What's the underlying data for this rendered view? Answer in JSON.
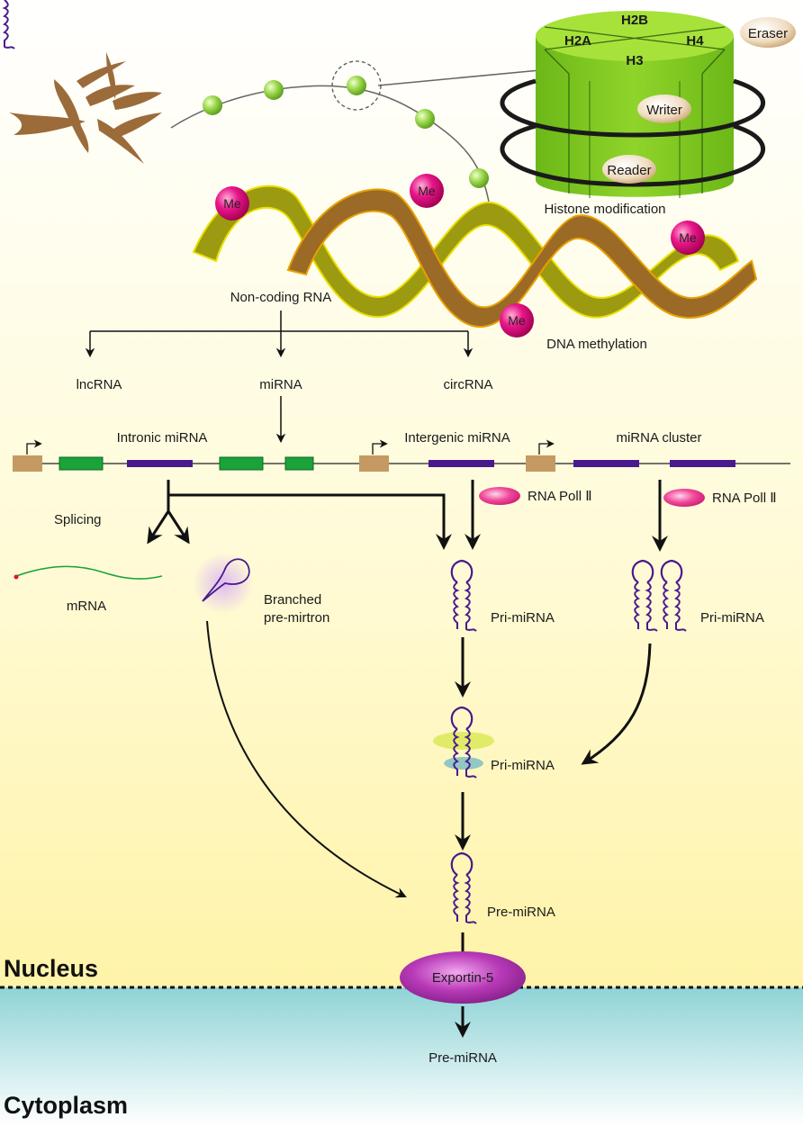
{
  "histone": {
    "subunits": [
      "H2B",
      "H2A",
      "H4",
      "H3"
    ],
    "writer": "Writer",
    "reader": "Reader",
    "eraser": "Eraser",
    "title": "Histone modification",
    "color": "#7ec31f"
  },
  "dna": {
    "methyl_mark": "Me",
    "methylation_label": "DNA methylation",
    "methyl_color": "#e0127a"
  },
  "ncrna": {
    "title": "Non-coding RNA",
    "types": [
      "lncRNA",
      "miRNA",
      "circRNA"
    ]
  },
  "genes": {
    "intronic": "Intronic miRNA",
    "intergenic": "Intergenic miRNA",
    "cluster": "miRNA cluster",
    "exon_color": "#1aa33a",
    "mirna_color": "#4a1a8c",
    "promoter_color": "#c49a62"
  },
  "processing": {
    "splicing": "Splicing",
    "mrna": "mRNA",
    "branched_line1": "Branched",
    "branched_line2": "pre-mirtron",
    "rna_pol": "RNA Poll Ⅱ",
    "pri_mirna": "Pri-miRNA",
    "pre_mirna": "Pre-miRNA",
    "exportin": "Exportin-5",
    "pre_mirna_cyto": "Pre-miRNA"
  },
  "regions": {
    "nucleus": "Nucleus",
    "cytoplasm": "Cytoplasm"
  }
}
